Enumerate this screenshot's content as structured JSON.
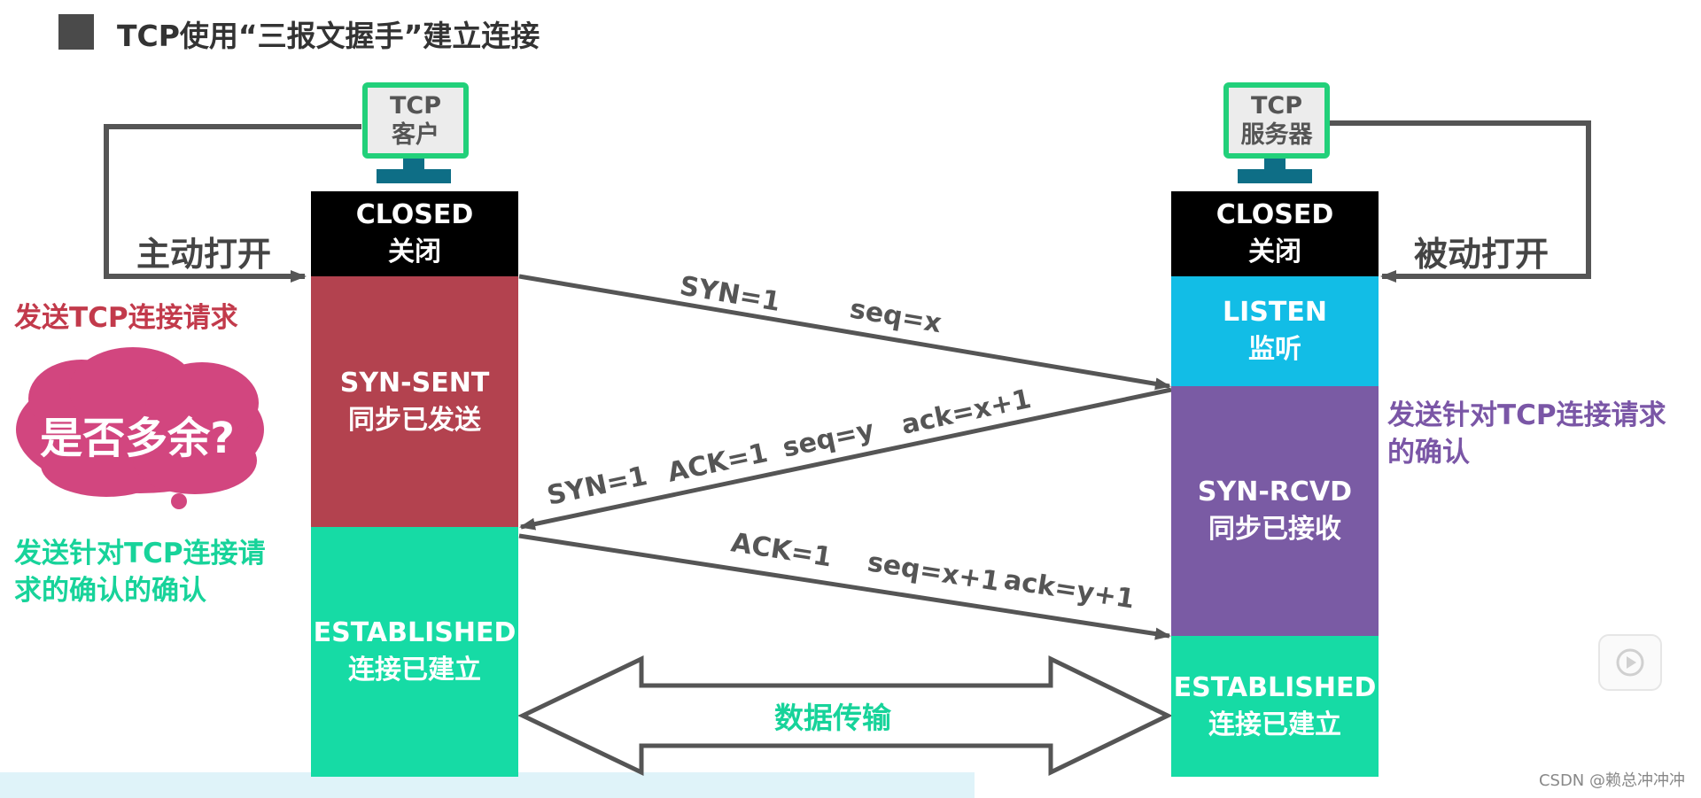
{
  "title": "TCP使用“三报文握手”建立连接",
  "client": {
    "monitor_line1": "TCP",
    "monitor_line2": "客户",
    "action": "主动打开",
    "states": [
      {
        "name": "CLOSED",
        "cn": "关闭",
        "color": "#000000"
      },
      {
        "name": "SYN-SENT",
        "cn": "同步已发送",
        "color": "#b3424f"
      },
      {
        "name": "ESTABLISHED",
        "cn": "连接已建立",
        "color": "#16dba5"
      }
    ]
  },
  "server": {
    "monitor_line1": "TCP",
    "monitor_line2": "服务器",
    "action": "被动打开",
    "states": [
      {
        "name": "CLOSED",
        "cn": "关闭",
        "color": "#000000"
      },
      {
        "name": "LISTEN",
        "cn": "监听",
        "color": "#12bde6"
      },
      {
        "name": "SYN-RCVD",
        "cn": "同步已接收",
        "color": "#7a5ba4"
      },
      {
        "name": "ESTABLISHED",
        "cn": "连接已建立",
        "color": "#16dba5"
      }
    ]
  },
  "annotations": {
    "client_request": "发送TCP连接请求",
    "server_ack_line1": "发送针对TCP连接请求",
    "server_ack_line2": "的确认",
    "client_ack_line1": "发送针对TCP连接请",
    "client_ack_line2": "求的确认的确认",
    "cloud": "是否多余?"
  },
  "messages": {
    "m1": {
      "syn": "SYN=1",
      "seq": "seq=x"
    },
    "m2": {
      "syn": "SYN=1",
      "ack_flag": "ACK=1",
      "seq": "seq=y",
      "ack": "ack=x+1"
    },
    "m3": {
      "ack_flag": "ACK=1",
      "seq": "seq=x+1",
      "ack": "ack=y+1"
    }
  },
  "data_transfer": "数据传输",
  "watermark": "CSDN @赖总冲冲冲",
  "colors": {
    "red_label": "#c23a4b",
    "purple_label": "#7a56a6",
    "green_label": "#17d39a",
    "cloud": "#d2467f",
    "arrow": "#555555"
  }
}
